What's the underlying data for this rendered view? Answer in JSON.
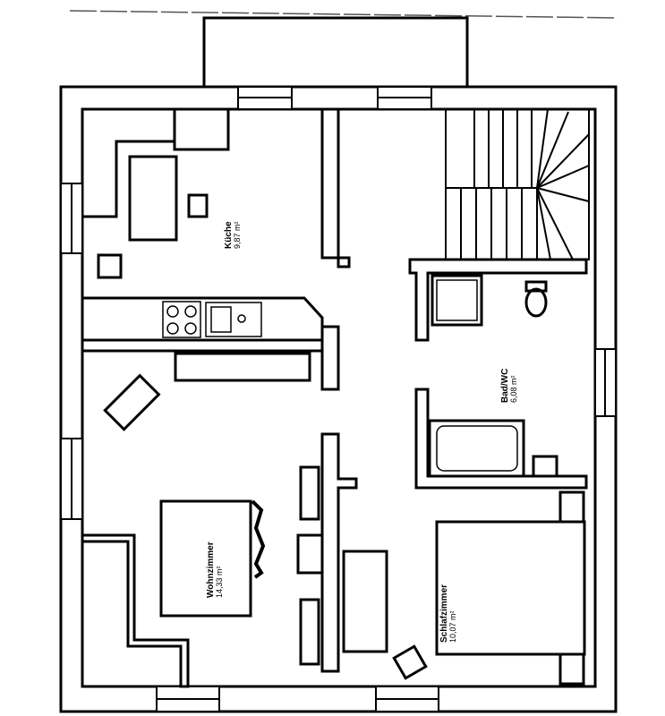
{
  "rooms": {
    "kitchen": {
      "name": "Küche",
      "area": "9,87 m²"
    },
    "bath": {
      "name": "Bad/WC",
      "area": "6,08 m²"
    },
    "living": {
      "name": "Wohnzimmer",
      "area": "14,33 m²"
    },
    "bedroom": {
      "name": "Schlafzimmer",
      "area": "10,07 m²"
    }
  }
}
